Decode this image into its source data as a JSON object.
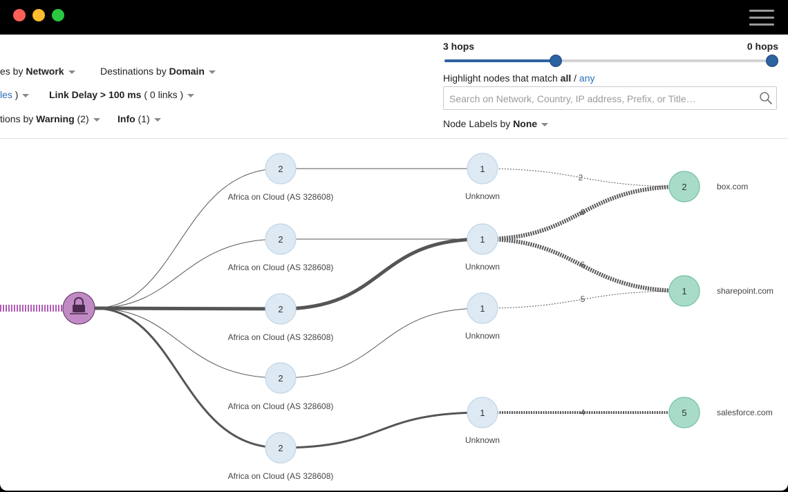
{
  "window": {
    "controls": [
      "close",
      "minimize",
      "maximize"
    ],
    "menu_icon": "hamburger-menu-icon"
  },
  "filters": {
    "row1": {
      "sources_prefix": "es by ",
      "sources_value": "Network",
      "destinations_prefix": "Destinations by ",
      "destinations_value": "Domain"
    },
    "row2": {
      "partial_link": "les",
      "partial_suffix": " )",
      "link_delay_label": "Link Delay > 100 ms",
      "link_delay_count": " ( 0 links )"
    },
    "row3": {
      "warning_prefix": "tions by ",
      "warning_label": "Warning",
      "warning_count": " (2)",
      "info_label": "Info",
      "info_count": " (1)"
    }
  },
  "hops": {
    "left_label": "3 hops",
    "right_label": "0 hops",
    "selected_fraction": 0.34
  },
  "highlight": {
    "prefix": "Highlight nodes that match ",
    "all_label": "all",
    "separator": " / ",
    "any_label": "any"
  },
  "search": {
    "placeholder": "Search on Network, Country, IP address, Prefix, or Title…",
    "value": ""
  },
  "node_labels": {
    "prefix": "Node Labels by ",
    "value": "None"
  },
  "colors": {
    "source_node": "#c08ac4",
    "hop_node": "#dde9f3",
    "dest_node": "#a9dcc8",
    "slider": "#2d62a0",
    "link": "#2a6ebb"
  },
  "graph": {
    "hop1": [
      {
        "count": "2",
        "label": "Africa on Cloud (AS 328608)"
      },
      {
        "count": "2",
        "label": "Africa on Cloud (AS 328608)"
      },
      {
        "count": "2",
        "label": "Africa on Cloud (AS 328608)"
      },
      {
        "count": "2",
        "label": "Africa on Cloud (AS 328608)"
      },
      {
        "count": "2",
        "label": "Africa on Cloud (AS 328608)"
      }
    ],
    "hop2": [
      {
        "count": "1",
        "label": "Unknown"
      },
      {
        "count": "1",
        "label": "Unknown"
      },
      {
        "count": "1",
        "label": "Unknown"
      },
      {
        "count": "1",
        "label": "Unknown"
      }
    ],
    "destinations": [
      {
        "count": "2",
        "label": "box.com"
      },
      {
        "count": "1",
        "label": "sharepoint.com"
      },
      {
        "count": "5",
        "label": "salesforce.com"
      }
    ],
    "edge_labels": [
      "2",
      "6",
      "6",
      "5",
      "4"
    ]
  }
}
